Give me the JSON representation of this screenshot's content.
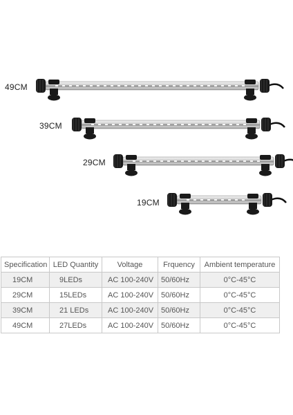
{
  "product": {
    "size_labels": [
      "49CM",
      "39CM",
      "29CM",
      "19CM"
    ]
  },
  "colors": {
    "tube": "#d9d9d9",
    "end_cap": "#1a1a1a",
    "table_border": "#c8c8c8",
    "row_alt": "#efefef"
  },
  "table": {
    "headers": [
      "Specification",
      "LED Quantity",
      "Voltage",
      "Frquency",
      "Ambient temperature"
    ],
    "rows": [
      [
        "19CM",
        "9LEDs",
        "AC 100-240V",
        "50/60Hz",
        "0°C-45°C"
      ],
      [
        "29CM",
        "15LEDs",
        "AC 100-240V",
        "50/60Hz",
        "0°C-45°C"
      ],
      [
        "39CM",
        "21 LEDs",
        "AC 100-240V",
        "50/60Hz",
        "0°C-45°C"
      ],
      [
        "49CM",
        "27LEDs",
        "AC 100-240V",
        "50/60Hz",
        "0°C-45°C"
      ]
    ]
  }
}
